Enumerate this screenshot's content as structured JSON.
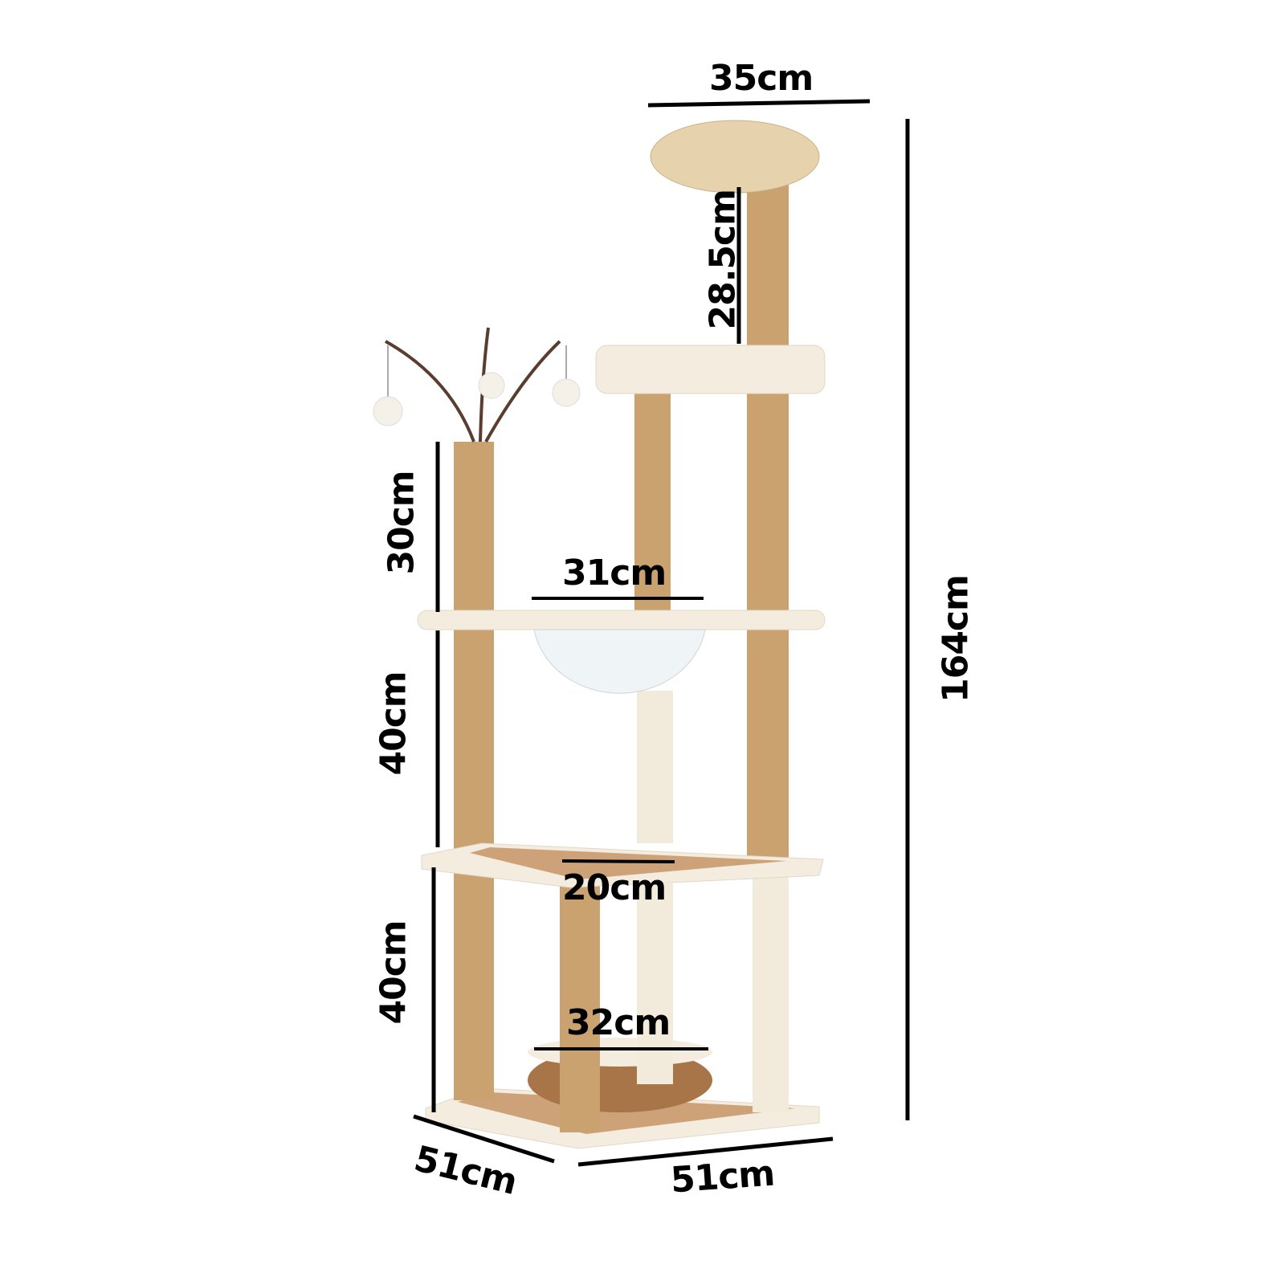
{
  "diagram": {
    "title": "Cat tree dimensions",
    "product": "Cat tree with woven top bed, acrylic bubble bed, toy wands and base basket",
    "colors": {
      "background": "#ffffff",
      "plush": "#f3ecdf",
      "sisal": "#c9a270",
      "sisal_dark": "#a87d4a",
      "weave": "#e6d3ae",
      "mat": "#b9844f",
      "dimension_line": "#000000"
    }
  },
  "dimensions": {
    "top_bed_width": "35cm",
    "top_post_height": "28.5cm",
    "total_height": "164cm",
    "left_post_top_height": "30cm",
    "bubble_bed_width": "31cm",
    "middle_section_height": "40cm",
    "lower_section_height": "40cm",
    "middle_platform_gap": "20cm",
    "basket_width": "32cm",
    "base_depth": "51cm",
    "base_width": "51cm"
  }
}
